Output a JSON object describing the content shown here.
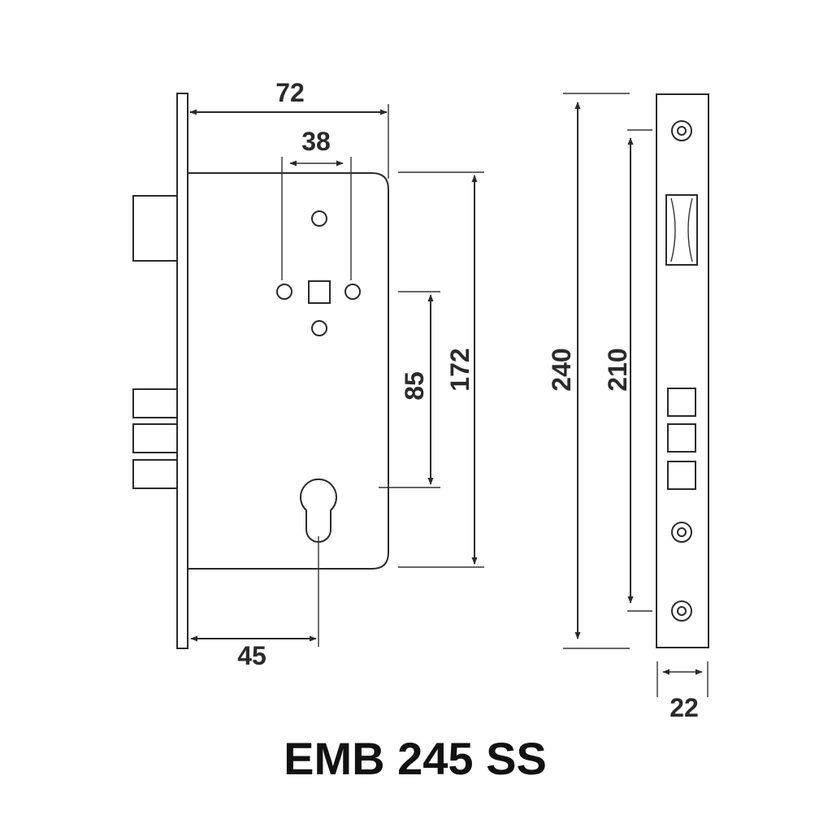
{
  "model": "EMB 245 SS",
  "dimensions": {
    "backset_body_width": "72",
    "spindle_to_follower_spacing": "38",
    "spindle_to_cylinder_distance": "85",
    "case_height": "172",
    "faceplate_length": "240",
    "fixing_hole_centres": "210",
    "cylinder_backset": "45",
    "faceplate_width": "22"
  },
  "colors": {
    "line": "#2a2a2a",
    "background": "#ffffff"
  }
}
